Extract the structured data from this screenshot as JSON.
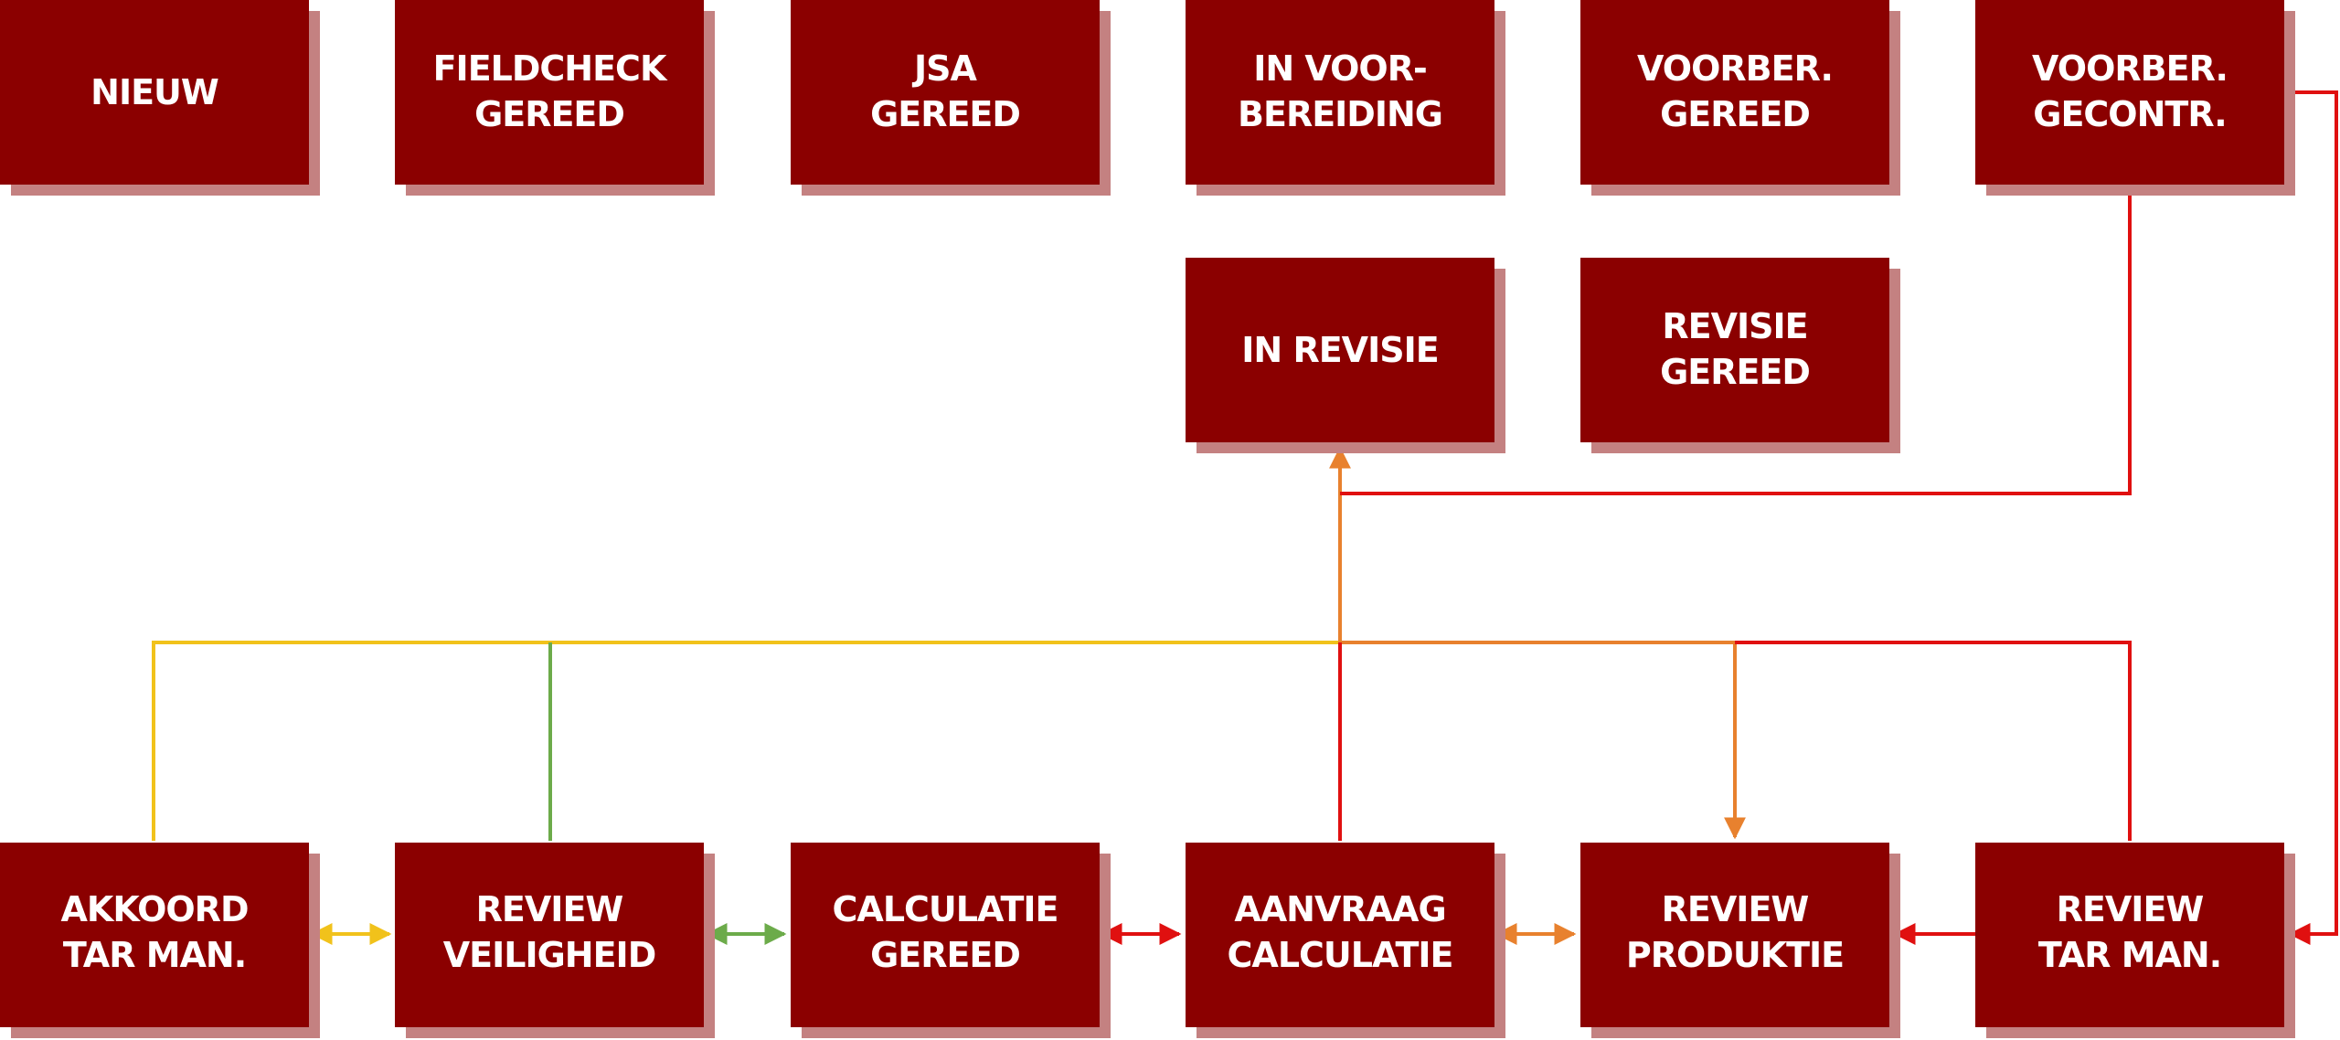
{
  "colors": {
    "box_fill": "#8b0000",
    "box_shadow": "#c48181",
    "label": "#ffffff",
    "red": "#e01010",
    "orange": "#e8812e",
    "yellow": "#f1c21b",
    "green": "#6cab4a"
  },
  "boxes": {
    "nieuw": {
      "lines": [
        "NIEUW"
      ]
    },
    "fieldcheck_gereed": {
      "lines": [
        "FIELDCHECK",
        "GEREED"
      ]
    },
    "jsa_gereed": {
      "lines": [
        "JSA",
        "GEREED"
      ]
    },
    "in_voorbereiding": {
      "lines": [
        "IN VOOR-",
        "BEREIDING"
      ]
    },
    "voorber_gereed": {
      "lines": [
        "VOORBER.",
        "GEREED"
      ]
    },
    "voorber_gecontr": {
      "lines": [
        "VOORBER.",
        "GECONTR."
      ]
    },
    "in_revisie": {
      "lines": [
        "IN REVISIE"
      ]
    },
    "revisie_gereed": {
      "lines": [
        "REVISIE",
        "GEREED"
      ]
    },
    "akkoord_tar_man": {
      "lines": [
        "AKKOORD",
        "TAR MAN."
      ]
    },
    "review_veiligheid": {
      "lines": [
        "REVIEW",
        "VEILIGHEID"
      ]
    },
    "calculatie_gereed": {
      "lines": [
        "CALCULATIE",
        "GEREED"
      ]
    },
    "aanvraag_calculatie": {
      "lines": [
        "AANVRAAG",
        "CALCULATIE"
      ]
    },
    "review_produktie": {
      "lines": [
        "REVIEW",
        "PRODUKTIE"
      ]
    },
    "review_tar_man": {
      "lines": [
        "REVIEW",
        "TAR MAN."
      ]
    }
  },
  "connectors": [
    {
      "from": "voorber_gecontr",
      "to": "review_tar_man",
      "color": "red"
    },
    {
      "from": "voorber_gecontr",
      "to": "in_revisie",
      "color": "red"
    },
    {
      "from": "aanvraag_calculatie",
      "to": "in_revisie",
      "color": "orange"
    },
    {
      "from": "akkoord_tar_man",
      "to": "in_revisie",
      "color": "yellow"
    },
    {
      "from": "review_veiligheid",
      "to": "in_revisie",
      "color": "green"
    },
    {
      "from": "review_tar_man",
      "to": "review_produktie",
      "color": "red"
    },
    {
      "from": "in_revisie",
      "to": "review_produktie",
      "color": "orange"
    },
    {
      "from": "akkoord_tar_man",
      "to": "review_veiligheid",
      "color": "yellow",
      "bidirectional": true
    },
    {
      "from": "review_veiligheid",
      "to": "calculatie_gereed",
      "color": "green",
      "bidirectional": true
    },
    {
      "from": "calculatie_gereed",
      "to": "aanvraag_calculatie",
      "color": "red",
      "bidirectional": true
    },
    {
      "from": "aanvraag_calculatie",
      "to": "review_produktie",
      "color": "orange",
      "bidirectional": true
    }
  ]
}
